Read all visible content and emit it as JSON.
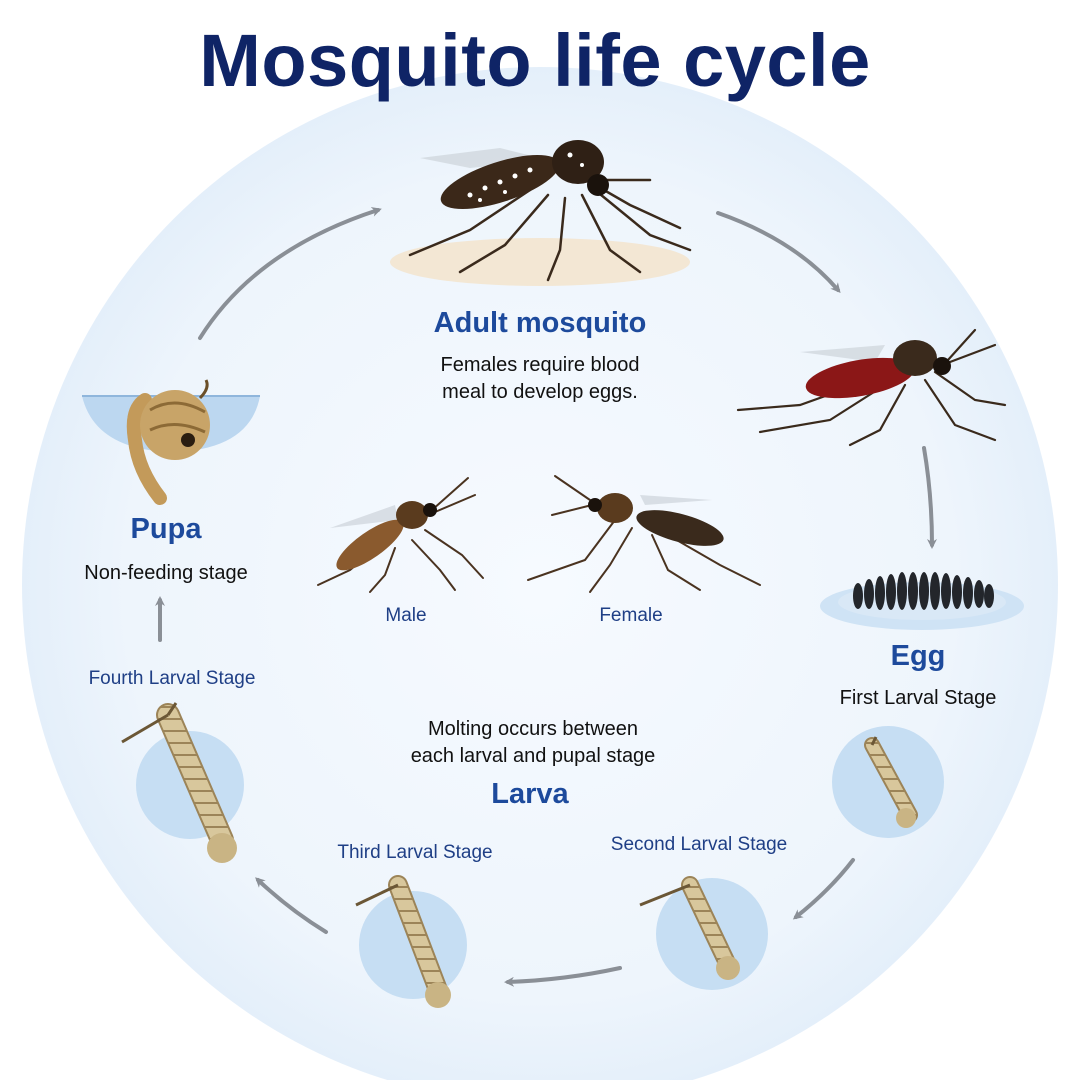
{
  "title": "Mosquito life cycle",
  "stages": {
    "adult": {
      "name": "Adult mosquito",
      "description_lines": [
        "Females require blood",
        "meal to develop eggs."
      ]
    },
    "pupa": {
      "name": "Pupa",
      "description": "Non-feeding stage"
    },
    "egg": {
      "name": "Egg",
      "description": "First Larval Stage"
    },
    "larva": {
      "name": "Larva",
      "note_lines": [
        "Molting occurs between",
        "each larval and pupal stage"
      ]
    }
  },
  "labels": {
    "male": "Male",
    "female": "Female",
    "fourth_larval": "Fourth Larval Stage",
    "third_larval": "Third Larval Stage",
    "second_larval": "Second Larval Stage"
  },
  "colors": {
    "title": "#0f2466",
    "stage_name": "#1d4a9c",
    "label": "#1f3f86",
    "circle_fill": "#eef5fc",
    "arrow": "#8a8f96"
  }
}
